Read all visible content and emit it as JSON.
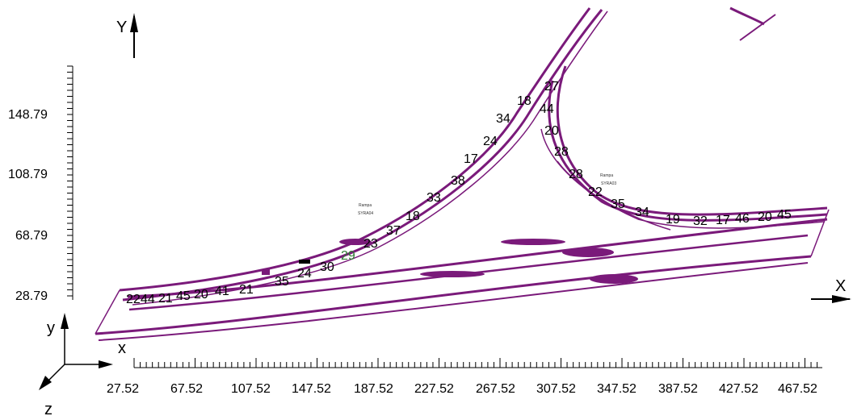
{
  "axes": {
    "x_name": "X",
    "y_name": "Y",
    "triad": {
      "x": "x",
      "y": "y",
      "z": "z"
    },
    "x_ticks": [
      "27.52",
      "67.52",
      "107.52",
      "147.52",
      "187.52",
      "227.52",
      "267.52",
      "307.52",
      "347.52",
      "387.52",
      "427.52",
      "467.52"
    ],
    "y_ticks": [
      "148.79",
      "108.79",
      "68.79",
      "28.79"
    ]
  },
  "ramps": [
    {
      "title": "Rampa",
      "code": "SYRA04"
    },
    {
      "title": "Rampa",
      "code": "SYRA03"
    }
  ],
  "stations_left": [
    "22",
    "44",
    "21",
    "45",
    "20",
    "41",
    "21",
    "35",
    "24",
    "30",
    "29",
    "23",
    "37",
    "18",
    "33",
    "38",
    "17",
    "24",
    "34",
    "18"
  ],
  "stations_right": [
    "27",
    "44",
    "20",
    "28",
    "28",
    "22",
    "35",
    "34",
    "19",
    "32",
    "17",
    "46",
    "20",
    "45"
  ],
  "colors": {
    "road": "#7a1a7a",
    "highlight_label": "#2e7d32"
  }
}
